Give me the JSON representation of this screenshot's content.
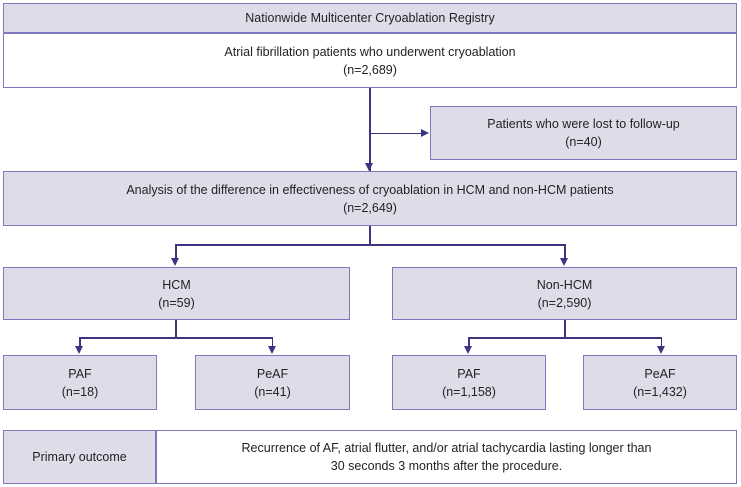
{
  "diagram": {
    "title": "Nationwide Multicenter Cryoablation Registry",
    "type": "study-flowchart",
    "colors": {
      "box_fill": "#dedce9",
      "box_fill_white": "#ffffff",
      "box_border": "#7b78bd",
      "connector": "#3b3580",
      "text": "#231f20"
    },
    "nodes": {
      "registry_header": {
        "label": "Nationwide Multicenter Cryoablation Registry"
      },
      "enrolled": {
        "label": "Atrial fibrillation patients who underwent cryoablation\n(n=2,689)",
        "line1": "Atrial fibrillation patients who underwent cryoablation",
        "count": "(n=2,689)"
      },
      "lost_to_followup": {
        "label": "Patients who were lost to follow-up\n(n=40)",
        "line1": "Patients who were lost to follow-up",
        "count": "(n=40)"
      },
      "analysis": {
        "label": "Analysis of the difference in effectiveness of cryoablation in HCM and non-HCM patients\n(n=2,649)",
        "line1": "Analysis of the difference in effectiveness of cryoablation in HCM and non-HCM patients",
        "count": "(n=2,649)"
      },
      "hcm": {
        "label": "HCM\n(n=59)",
        "line1": "HCM",
        "count": "(n=59)"
      },
      "non_hcm": {
        "label": "Non-HCM\n(n=2,590)",
        "line1": "Non-HCM",
        "count": "(n=2,590)"
      },
      "hcm_paf": {
        "label": "PAF\n(n=18)",
        "line1": "PAF",
        "count": "(n=18)"
      },
      "hcm_peaf": {
        "label": "PeAF\n(n=41)",
        "line1": "PeAF",
        "count": "(n=41)"
      },
      "nonhcm_paf": {
        "label": "PAF\n(n=1,158)",
        "line1": "PAF",
        "count": "(n=1,158)"
      },
      "nonhcm_peaf": {
        "label": "PeAF\n(n=1,432)",
        "line1": "PeAF",
        "count": "(n=1,432)"
      },
      "primary_outcome_label": {
        "label": "Primary outcome"
      },
      "primary_outcome_text": {
        "label": "Recurrence of AF, atrial flutter, and/or atrial tachycardia lasting longer than\n30 seconds 3 months after the procedure."
      }
    }
  }
}
